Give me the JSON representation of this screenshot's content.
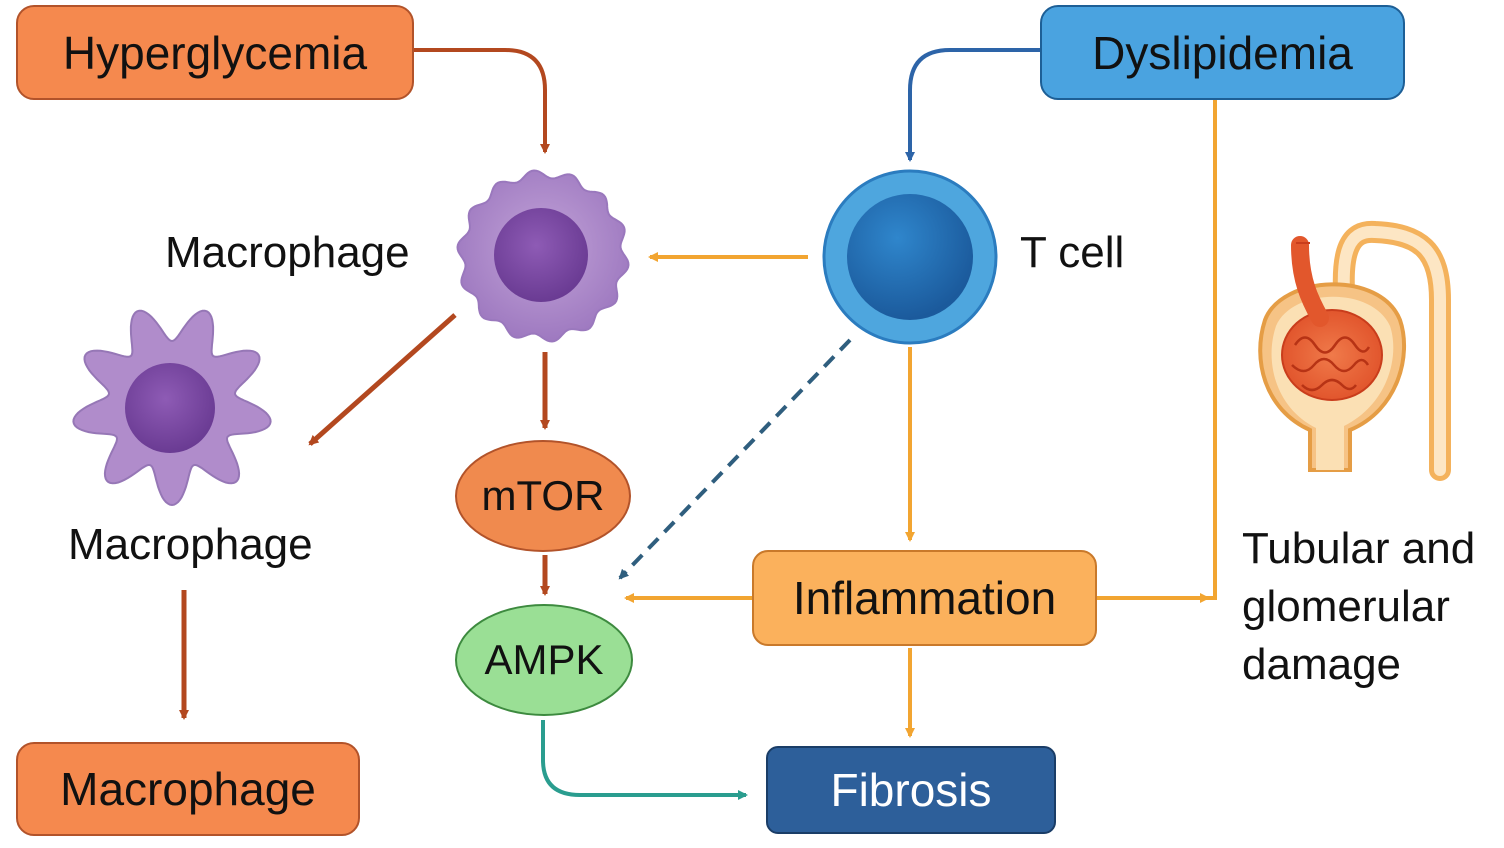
{
  "nodes": {
    "hyperglycemia": "Hyperglycemia",
    "dyslipidemia": "Dyslipidemia",
    "macrophage_round_label": "Macrophage",
    "t_cell_label": "T cell",
    "macrophage_activated_label": "Macrophage",
    "mtor": "mTOR",
    "ampk": "AMPK",
    "inflammation": "Inflammation",
    "fibrosis": "Fibrosis",
    "macrophage_box": "Macrophage",
    "kidney_damage_line1": "Tubular and",
    "kidney_damage_line2": "glomerular",
    "kidney_damage_line3": "damage"
  },
  "colors": {
    "brown_arrow": "#b3481f",
    "orange_arrow": "#f2a531",
    "blue_arrow": "#2d64a8",
    "dashed_arrow": "#2f5e7e",
    "teal_arrow": "#2a9d8f"
  }
}
